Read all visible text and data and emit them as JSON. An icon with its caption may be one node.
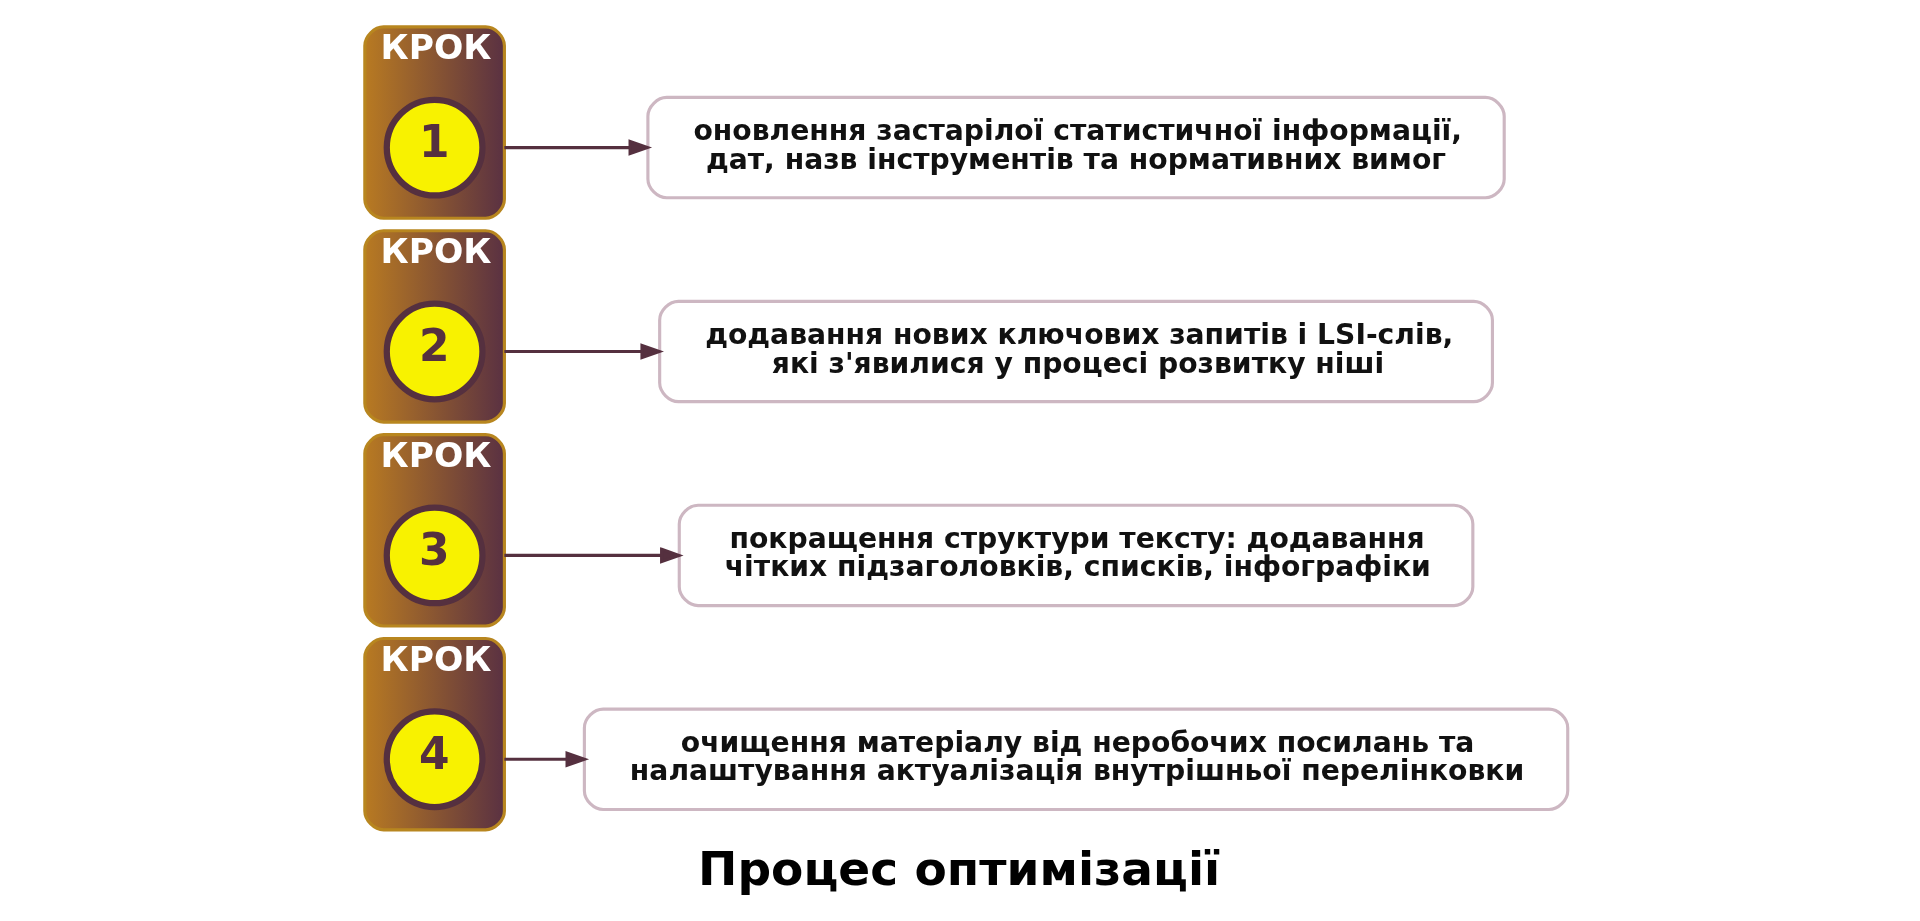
{
  "diagram": {
    "caption": "Процес оптимізації",
    "nodes": [
      {
        "text": [
          "КРОК"
        ]
      },
      {
        "text": [
          "1"
        ],
        "in": 0
      },
      {
        "text": [
          "оновлення застарілої статистичної інформації, дат, назв інструментів та нормативних вимог"
        ]
      },
      {
        "text": [
          "КРОК"
        ]
      },
      {
        "text": [
          "2"
        ],
        "in": 3
      },
      {
        "text": [
          "додавання нових ключових запитів і LSI-слів, які з'явилися у процесі розвитку ніші"
        ]
      },
      {
        "text": [
          "КРОК"
        ]
      },
      {
        "text": [
          "3"
        ],
        "in": 6
      },
      {
        "text": [
          "покращення структури тексту: додавання чітких підзаголовків, списків, інфографіки"
        ]
      },
      {
        "text": [
          "КРОК"
        ]
      },
      {
        "text": [
          "4"
        ],
        "in": 9
      },
      {
        "text": [
          "очищення матеріалу від неробочих посилань та налаштування актуалізація внутрішньої перелінковки"
        ]
      }
    ],
    "edges": [
      {
        "from": 0,
        "to": 2,
        "arrow": "to"
      },
      {
        "from": 3,
        "to": 5,
        "arrow": "to"
      },
      {
        "from": 6,
        "to": 8,
        "arrow": "to"
      },
      {
        "from": 9,
        "to": 11,
        "arrow": "to"
      }
    ]
  }
}
